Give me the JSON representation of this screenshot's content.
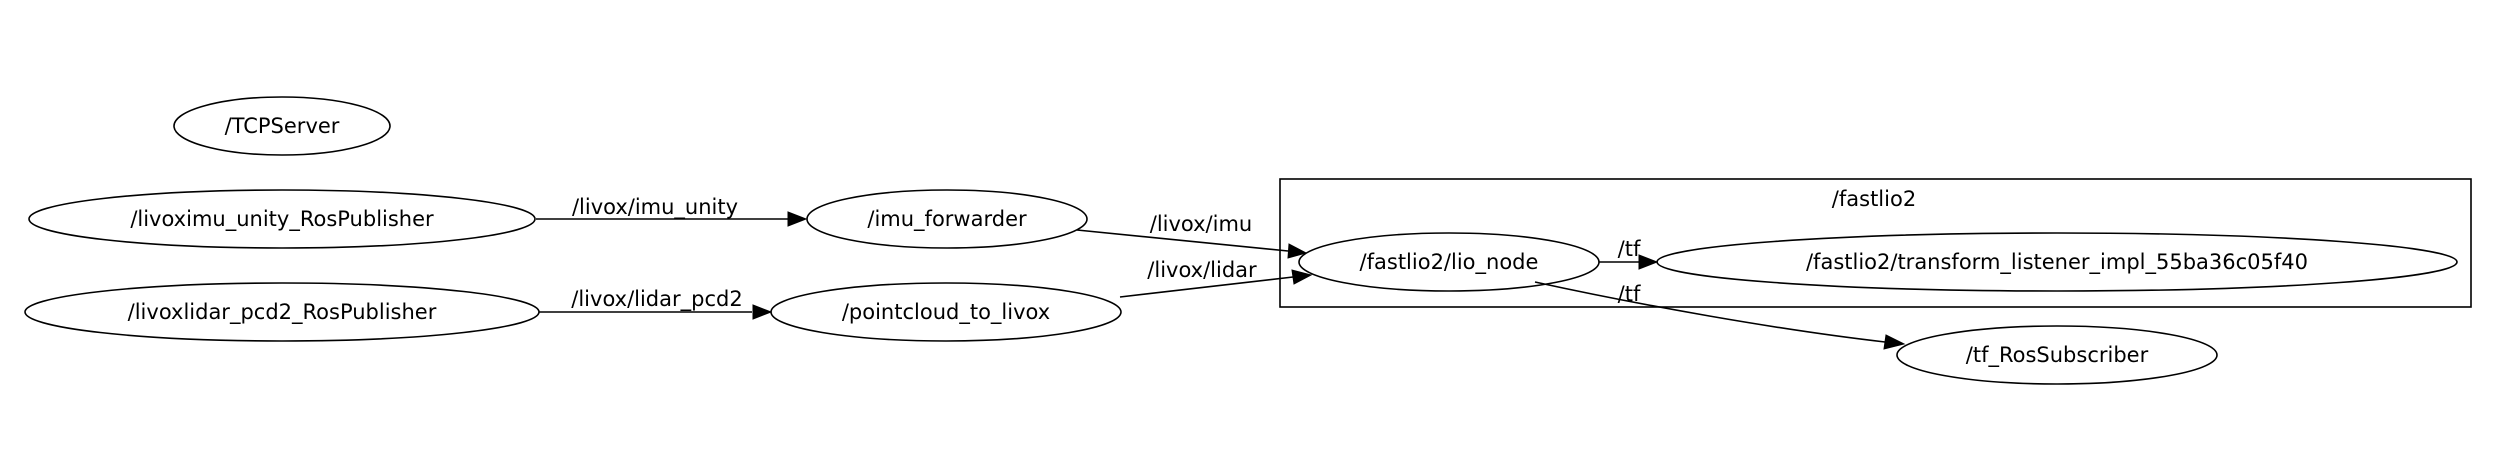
{
  "graph": {
    "cluster": {
      "label": "/fastlio2"
    },
    "nodes": {
      "tcpserver": {
        "label": "/TCPServer"
      },
      "imu_pub": {
        "label": "/livoximu_unity_RosPublisher"
      },
      "lidar_pub": {
        "label": "/livoxlidar_pcd2_RosPublisher"
      },
      "imu_forwarder": {
        "label": "/imu_forwarder"
      },
      "pc_to_livox": {
        "label": "/pointcloud_to_livox"
      },
      "lio_node": {
        "label": "/fastlio2/lio_node"
      },
      "tf_listener": {
        "label": "/fastlio2/transform_listener_impl_55ba36c05f40"
      },
      "tf_sub": {
        "label": "/tf_RosSubscriber"
      }
    },
    "edges": {
      "imu_pub_to_forwarder": {
        "from": "/livoximu_unity_RosPublisher",
        "to": "/imu_forwarder",
        "label": "/livox/imu_unity"
      },
      "lidar_pub_to_pc": {
        "from": "/livoxlidar_pcd2_RosPublisher",
        "to": "/pointcloud_to_livox",
        "label": "/livox/lidar_pcd2"
      },
      "forwarder_to_lio": {
        "from": "/imu_forwarder",
        "to": "/fastlio2/lio_node",
        "label": "/livox/imu"
      },
      "pc_to_lio": {
        "from": "/pointcloud_to_livox",
        "to": "/fastlio2/lio_node",
        "label": "/livox/lidar"
      },
      "lio_to_listener": {
        "from": "/fastlio2/lio_node",
        "to": "/fastlio2/transform_listener_impl_55ba36c05f40",
        "label": "/tf"
      },
      "lio_to_tfsub": {
        "from": "/fastlio2/lio_node",
        "to": "/tf_RosSubscriber",
        "label": "/tf"
      }
    }
  },
  "colors": {
    "stroke": "#000000",
    "background": "#ffffff"
  }
}
